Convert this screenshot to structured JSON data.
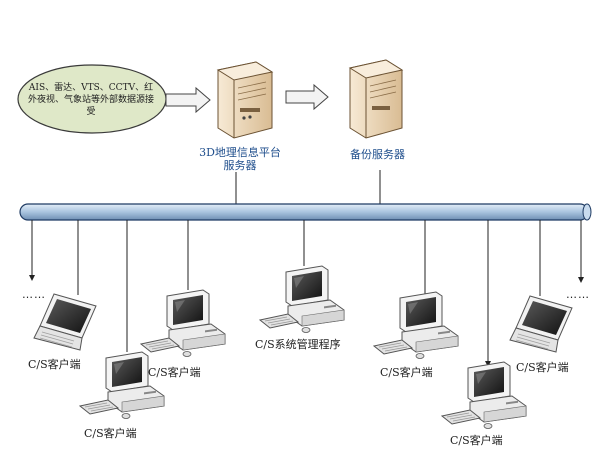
{
  "source_node": {
    "label": "AIS、雷达、VTS、CCTV、红外夜视、气象站等外部数据源接受"
  },
  "servers": {
    "platform": {
      "line1": "3D地理信息平台",
      "line2": "服务器"
    },
    "backup": {
      "label": "备份服务器"
    }
  },
  "clients": {
    "c1": "C/S客户端",
    "c2": "C/S客户端",
    "c3": "C/S客户端",
    "mgmt": "C/S系统管理程序",
    "c4": "C/S客户端",
    "c5": "C/S客户端",
    "c6": "C/S客户端"
  },
  "ellipsis": {
    "left": "……",
    "right": "……"
  },
  "colors": {
    "bus": "#b7cfe6",
    "bus_stroke": "#1f3b63",
    "source_fill": "#dfe8c8",
    "server_fill": "#f0ddc0",
    "label_blue": "#1f4e8c"
  }
}
